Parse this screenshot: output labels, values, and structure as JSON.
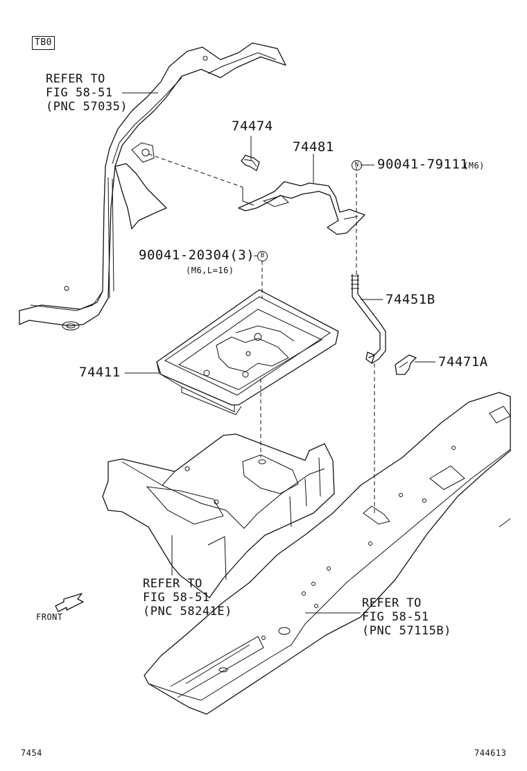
{
  "header_code": "TB0",
  "labels": {
    "ref_top": [
      "REFER TO",
      "FIG 58-51",
      "(PNC 57035)"
    ],
    "ref_mid": [
      "REFER TO",
      "FIG 58-51",
      "(PNC 58241E)"
    ],
    "ref_right": [
      "REFER TO",
      "FIG 58-51",
      "(PNC 57115B)"
    ],
    "p74474": "74474",
    "p74481": "74481",
    "p90041_79111": "90041-79111",
    "p90041_79111_note": "(M6)",
    "p90041_20304": "90041-20304(3)",
    "p90041_20304_note": "(M6,L=16)",
    "p74451b": "74451B",
    "p74471a": "74471A",
    "p74411": "74411",
    "front": "FRONT",
    "marker_n": "N",
    "marker_b": "B"
  },
  "footer": {
    "left": "7454",
    "right": "744613"
  }
}
